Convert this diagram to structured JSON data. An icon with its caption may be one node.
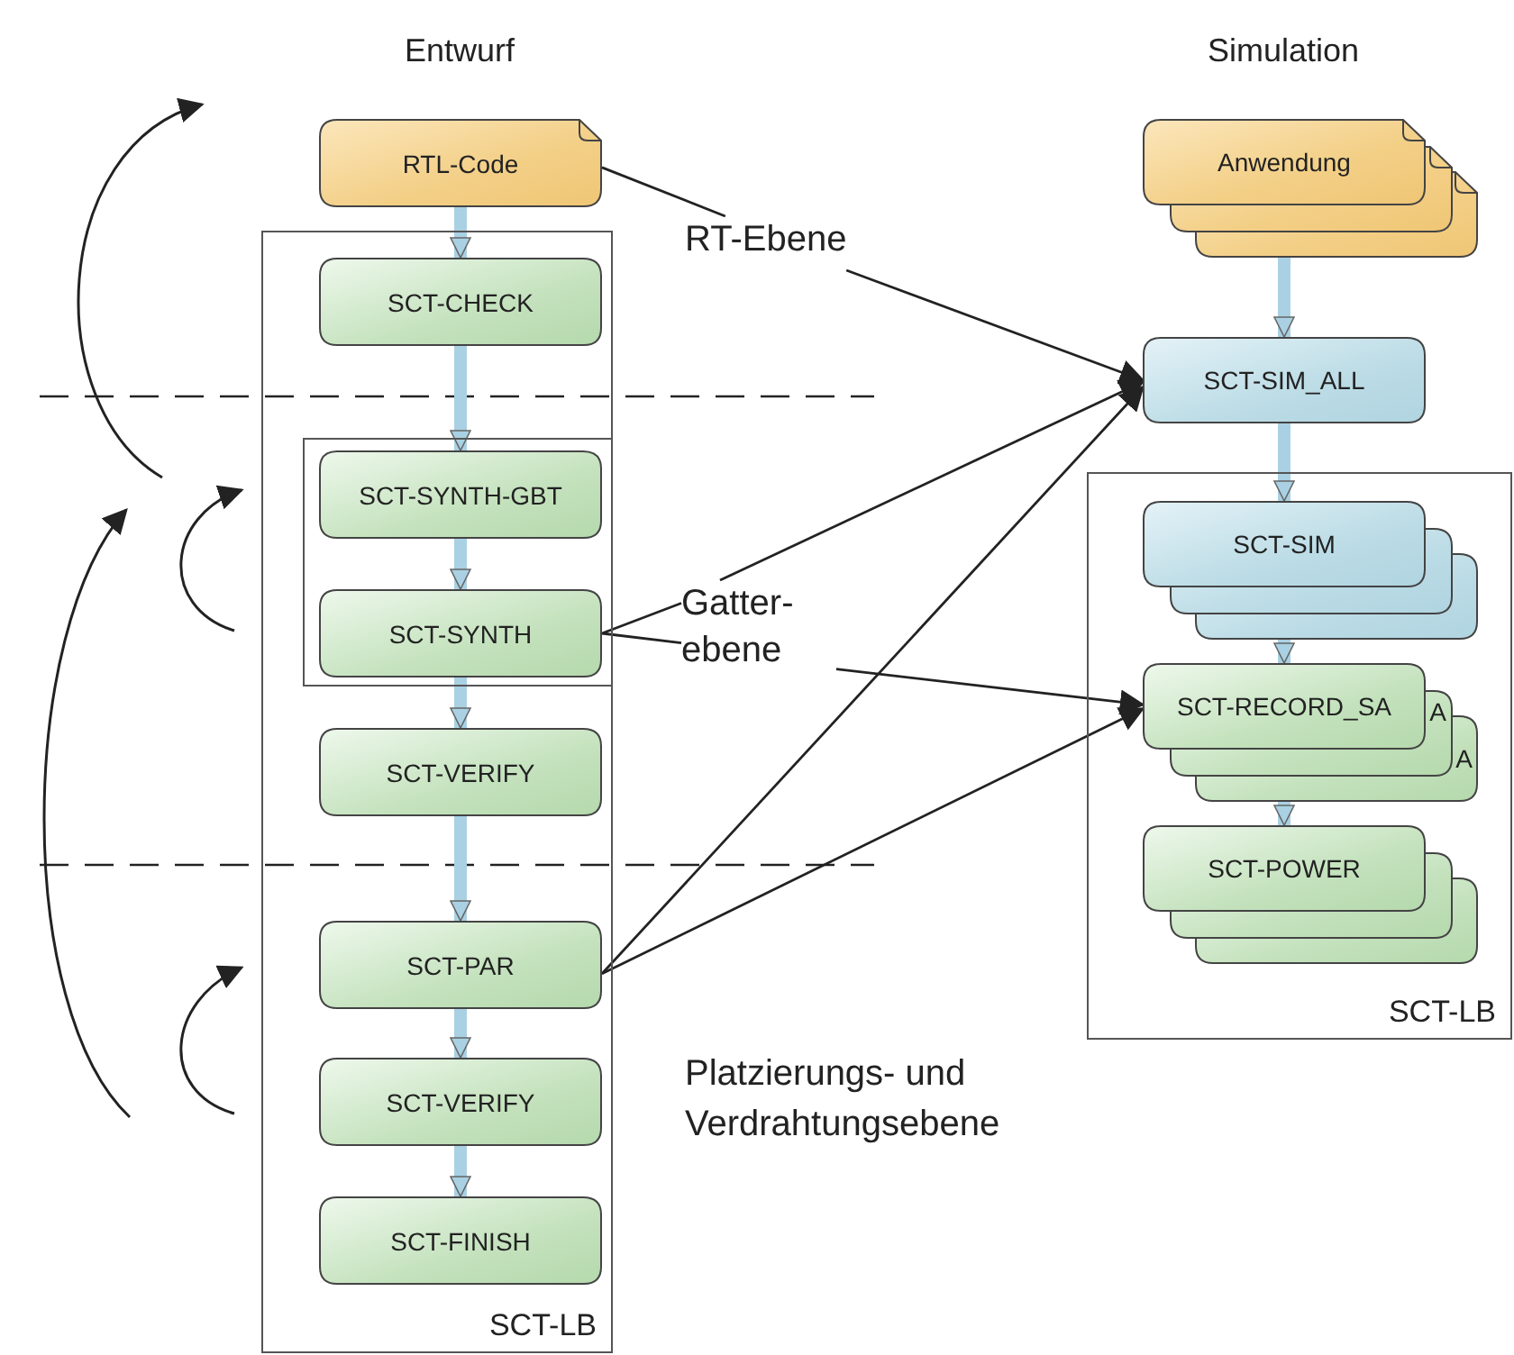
{
  "diagram": {
    "nodes": [
      {
        "text": [
          "SCT-LB"
        ]
      },
      {
        "text": [
          "RTL-Code"
        ]
      },
      {
        "text": [
          "SCT-CHECK"
        ],
        "in": 0
      },
      {
        "text": [],
        "shape": "box",
        "in": 0
      },
      {
        "text": [
          "SCT-SYNTH-GBT"
        ],
        "in": 3
      },
      {
        "text": [
          "SCT-SYNTH"
        ],
        "in": 3
      },
      {
        "text": [
          "SCT-VERIFY"
        ],
        "in": 0
      },
      {
        "text": [
          "SCT-PAR"
        ],
        "in": 0
      },
      {
        "text": [
          "SCT-VERIFY"
        ],
        "in": 0
      },
      {
        "text": [
          "SCT-FINISH"
        ],
        "in": 0
      },
      {
        "text": [
          "Anwendung"
        ]
      },
      {
        "text": [
          "SCT-SIM_ALL"
        ]
      },
      {
        "text": [
          "SCT-LB"
        ]
      },
      {
        "text": [
          "SCT-SIM"
        ],
        "in": 12
      },
      {
        "text": [
          "SCT-RECORD_SA",
          "A",
          "A"
        ],
        "in": 12
      },
      {
        "text": [
          "SCT-POWER"
        ],
        "in": 12
      },
      {
        "text": [
          "RT-Ebene"
        ]
      },
      {
        "text": [
          "Gatter- ebene"
        ]
      }
    ],
    "edges": [
      {
        "from": 1,
        "to": 2,
        "arrow": "to"
      },
      {
        "from": 2,
        "to": 4,
        "arrow": "to"
      },
      {
        "from": 4,
        "to": 5,
        "arrow": "to"
      },
      {
        "from": 5,
        "to": 6,
        "arrow": "to"
      },
      {
        "from": 6,
        "to": 7,
        "arrow": "to"
      },
      {
        "from": 7,
        "to": 8,
        "arrow": "to"
      },
      {
        "from": 8,
        "to": 9,
        "arrow": "to"
      },
      {
        "from": 10,
        "to": 11,
        "arrow": "to"
      },
      {
        "from": 11,
        "to": 13,
        "arrow": "to"
      },
      {
        "from": 13,
        "to": 14,
        "arrow": "to"
      },
      {
        "from": 14,
        "to": 15,
        "arrow": "to"
      },
      {
        "from": 1,
        "to": 16,
        "arrow": "none",
        "color": "#222222"
      },
      {
        "from": 16,
        "to": 11,
        "arrow": "to",
        "color": "#222222"
      },
      {
        "from": 5,
        "to": 17,
        "arrow": "none",
        "color": "#222222"
      },
      {
        "from": 17,
        "to": 11,
        "arrow": "to",
        "color": "#222222"
      },
      {
        "from": 17,
        "to": 14,
        "arrow": "to",
        "color": "#222222"
      },
      {
        "from": 7,
        "to": 11,
        "arrow": "to",
        "color": "#222222"
      },
      {
        "from": 7,
        "to": 14,
        "arrow": "to",
        "color": "#222222"
      }
    ],
    "labels": [
      "Entwurf",
      "Simulation",
      "Platzierungs- und Verdrahtungsebene"
    ]
  }
}
